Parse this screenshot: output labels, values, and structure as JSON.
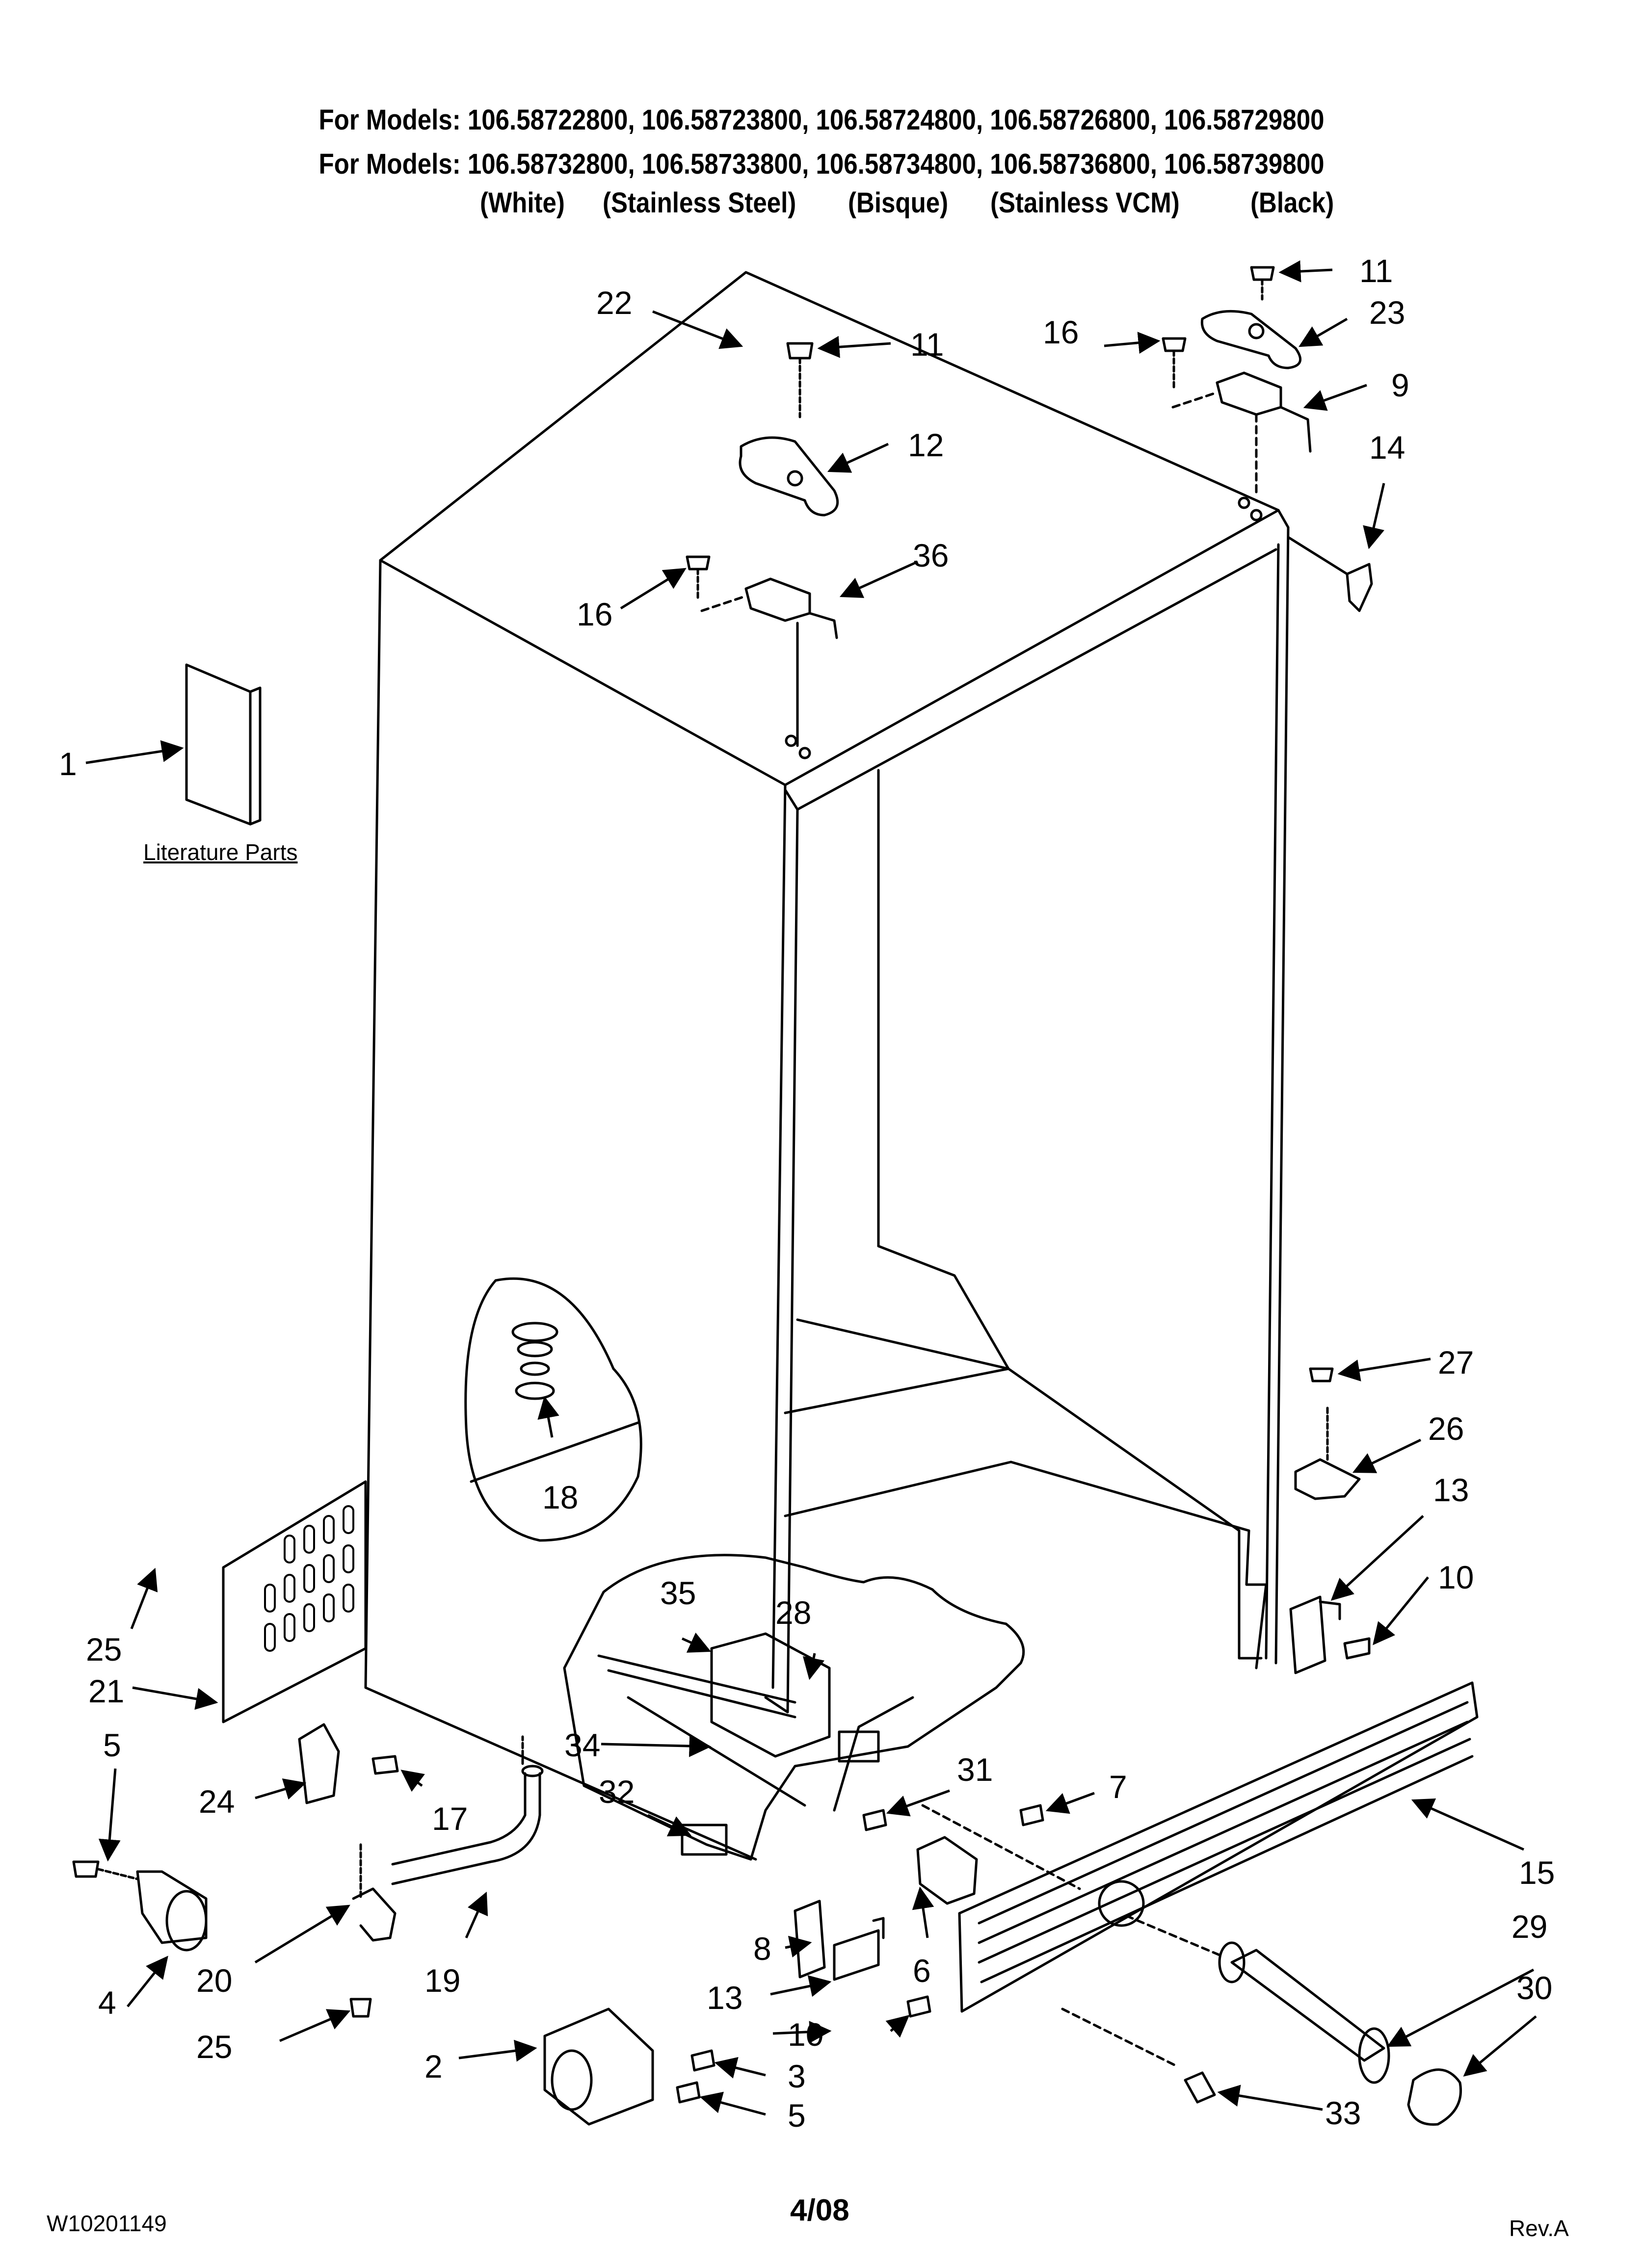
{
  "header": {
    "line1": "For Models: 106.58722800, 106.58723800, 106.58724800, 106.58726800, 106.58729800",
    "line2": "For Models: 106.58732800, 106.58733800, 106.58734800, 106.58736800, 106.58739800",
    "colors": [
      "(White)",
      "(Stainless Steel)",
      "(Bisque)",
      "(Stainless VCM)",
      "(Black)"
    ]
  },
  "literature_label": "Literature Parts",
  "callouts": [
    "1",
    "2",
    "3",
    "4",
    "5",
    "5",
    "6",
    "7",
    "8",
    "9",
    "10",
    "10",
    "11",
    "11",
    "12",
    "13",
    "13",
    "14",
    "15",
    "16",
    "16",
    "17",
    "18",
    "19",
    "20",
    "21",
    "22",
    "23",
    "24",
    "25",
    "25",
    "26",
    "27",
    "28",
    "29",
    "30",
    "31",
    "32",
    "33",
    "34",
    "35",
    "36"
  ],
  "footer": {
    "doc_number": "W10201149",
    "date": "4/08",
    "revision": "Rev.A"
  }
}
